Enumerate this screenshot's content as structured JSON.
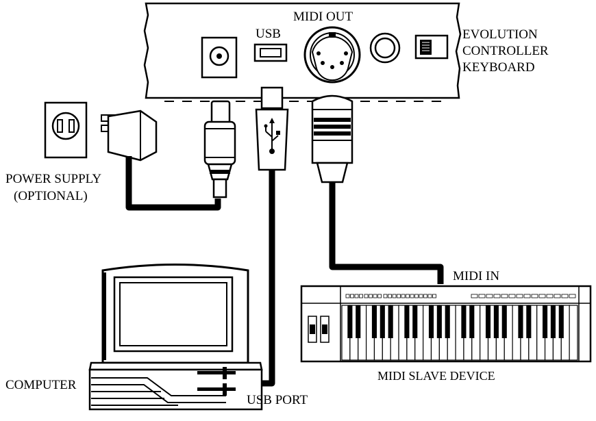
{
  "labels": {
    "midi_out": "MIDI OUT",
    "usb": "USB",
    "keyboard_line1": "EVOLUTION",
    "keyboard_line2": "CONTROLLER",
    "keyboard_line3": "KEYBOARD",
    "power_line1": "POWER SUPPLY",
    "power_line2": "(OPTIONAL)",
    "midi_in": "MIDI IN",
    "computer": "COMPUTER",
    "usb_port": "USB PORT",
    "midi_slave": "MIDI SLAVE DEVICE"
  },
  "colors": {
    "line": "#000000",
    "background": "#ffffff"
  },
  "icons": {
    "usb_symbol": "usb-trident-icon"
  }
}
